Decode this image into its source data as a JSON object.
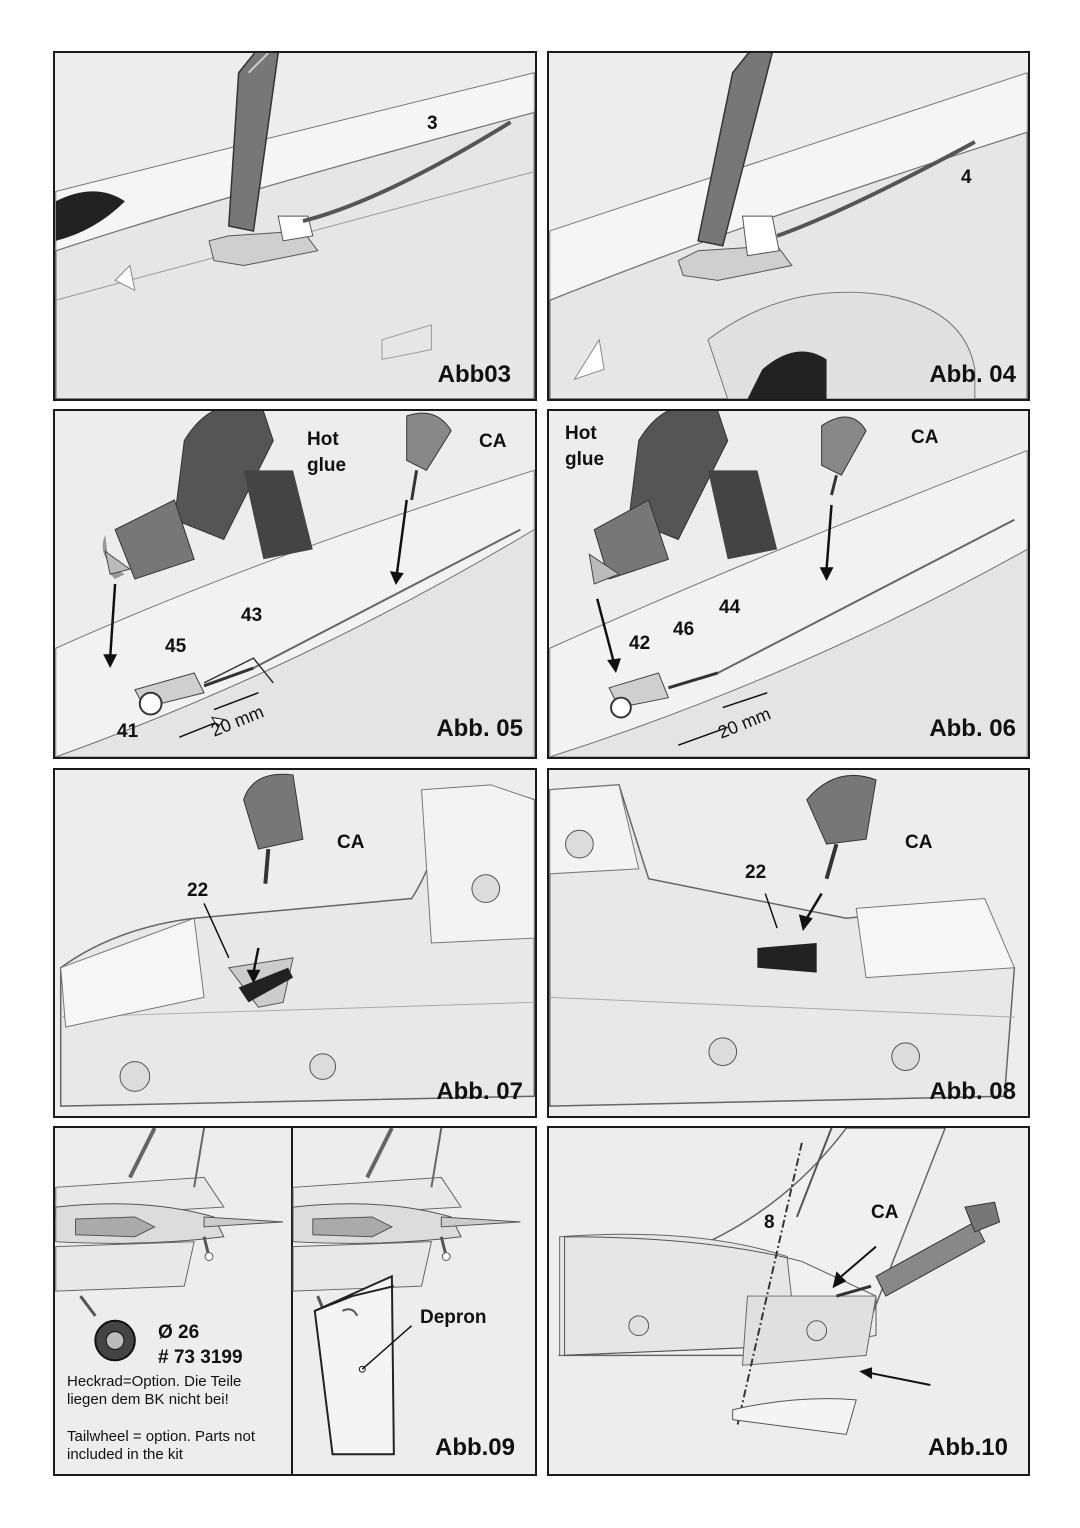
{
  "figures": [
    {
      "caption": "Abb03",
      "labels": [
        "3"
      ]
    },
    {
      "caption": "Abb. 04",
      "labels": [
        "4"
      ]
    },
    {
      "caption": "Abb. 05",
      "labels": [
        "Hot",
        "glue",
        "CA",
        "43",
        "45",
        "41",
        "20 mm"
      ]
    },
    {
      "caption": "Abb. 06",
      "labels": [
        "Hot",
        "glue",
        "CA",
        "42",
        "46",
        "44",
        "20 mm"
      ]
    },
    {
      "caption": "Abb. 07",
      "labels": [
        "CA",
        "22"
      ]
    },
    {
      "caption": "Abb. 08",
      "labels": [
        "CA",
        "22"
      ]
    },
    {
      "caption": "Abb.09",
      "labels": [
        "Ø 26",
        "# 73 3199",
        "Depron"
      ],
      "note_de": "Heckrad=Option. Die Teile liegen dem BK nicht bei!",
      "note_en": "Tailwheel = option. Parts not included in the kit"
    },
    {
      "caption": "Abb.10",
      "labels": [
        "8",
        "CA"
      ]
    }
  ]
}
